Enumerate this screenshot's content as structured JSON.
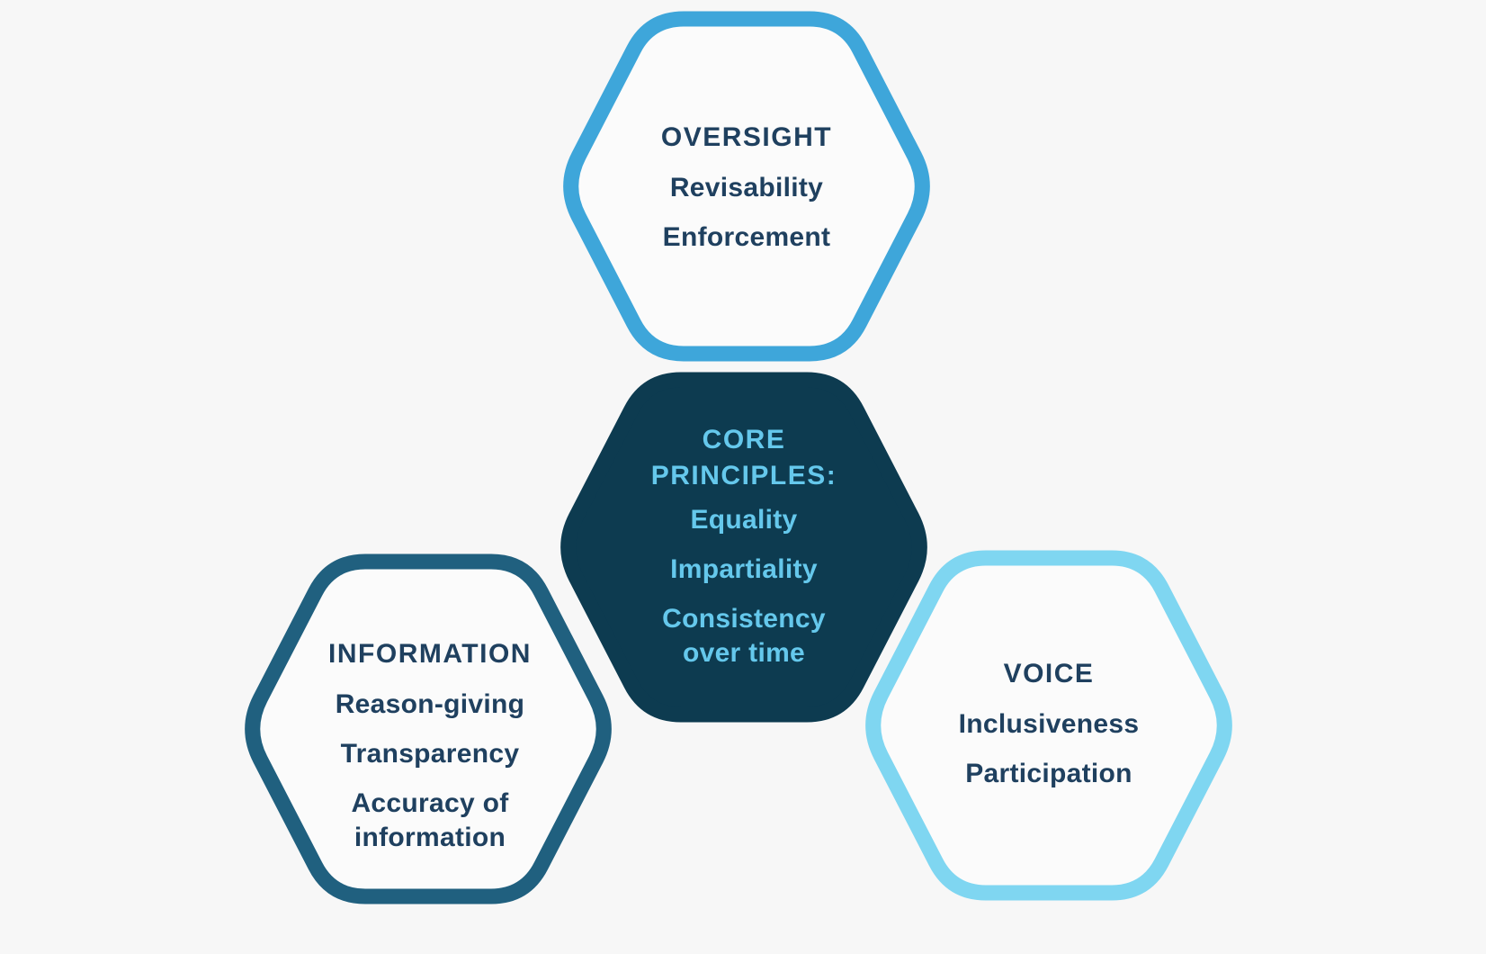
{
  "canvas": {
    "background_color": "#F7F7F7",
    "hexagon_interior_color": "#FBFBFB"
  },
  "diagram": {
    "hexagons": [
      {
        "id": "oversight",
        "shape": "hexagon",
        "style": "outlined",
        "border_color": "#3EA6DA",
        "fill_color": "#FBFBFB",
        "text_color": "#1F405F",
        "title": "OVERSIGHT",
        "items": [
          "Revisability",
          "Enforcement"
        ]
      },
      {
        "id": "core-principles",
        "shape": "hexagon",
        "style": "filled",
        "border_color": "#0D3B50",
        "fill_color": "#0D3B50",
        "text_color": "#65C8EC",
        "title": "CORE PRINCIPLES:",
        "items": [
          "Equality",
          "Impartiality",
          "Consistency over time"
        ]
      },
      {
        "id": "information",
        "shape": "hexagon",
        "style": "outlined",
        "border_color": "#20607F",
        "fill_color": "#FBFBFB",
        "text_color": "#1F405F",
        "title": "INFORMATION",
        "items": [
          "Reason-giving",
          "Transparency",
          "Accuracy of information"
        ]
      },
      {
        "id": "voice",
        "shape": "hexagon",
        "style": "outlined",
        "border_color": "#7FD6F1",
        "fill_color": "#FBFBFB",
        "text_color": "#1F405F",
        "title": "VOICE",
        "items": [
          "Inclusiveness",
          "Participation"
        ]
      }
    ]
  }
}
